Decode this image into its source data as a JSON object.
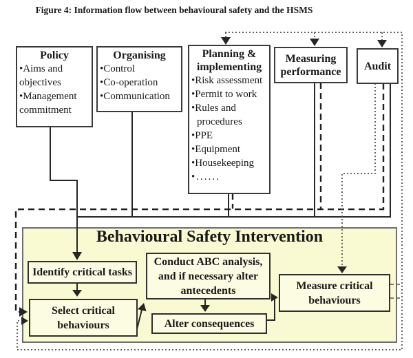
{
  "figure_title": "Figure 4: Information flow between behavioural safety and the HSMS",
  "colors": {
    "panel_fill": "#fafad2",
    "inner_box_fill": "#fcfce3",
    "box_fill": "#ffffff",
    "line": "#262626",
    "panel_border": "#6e6e6e"
  },
  "hsms": {
    "policy": {
      "title": "Policy",
      "lines": [
        "•Aims and",
        "objectives",
        "•Management",
        "commitment"
      ]
    },
    "organising": {
      "title": "Organising",
      "lines": [
        "•Control",
        "•Co-operation",
        "•Communication"
      ]
    },
    "planning": {
      "title": "Planning & implementing",
      "lines": [
        "•Risk assessment",
        "•Permit to work",
        "•Rules and",
        "procedures",
        "•PPE",
        "•Equipment",
        "•Housekeeping",
        "•......"
      ]
    },
    "measuring": {
      "title": "Measuring performance"
    },
    "audit": {
      "title": "Audit"
    }
  },
  "intervention": {
    "title": "Behavioural Safety Intervention",
    "identify": "Identify critical tasks",
    "select": "Select critical behaviours",
    "conduct": "Conduct ABC analysis, and if necessary alter antecedents",
    "alter": "Alter consequences",
    "measure": "Measure critical behaviours"
  }
}
